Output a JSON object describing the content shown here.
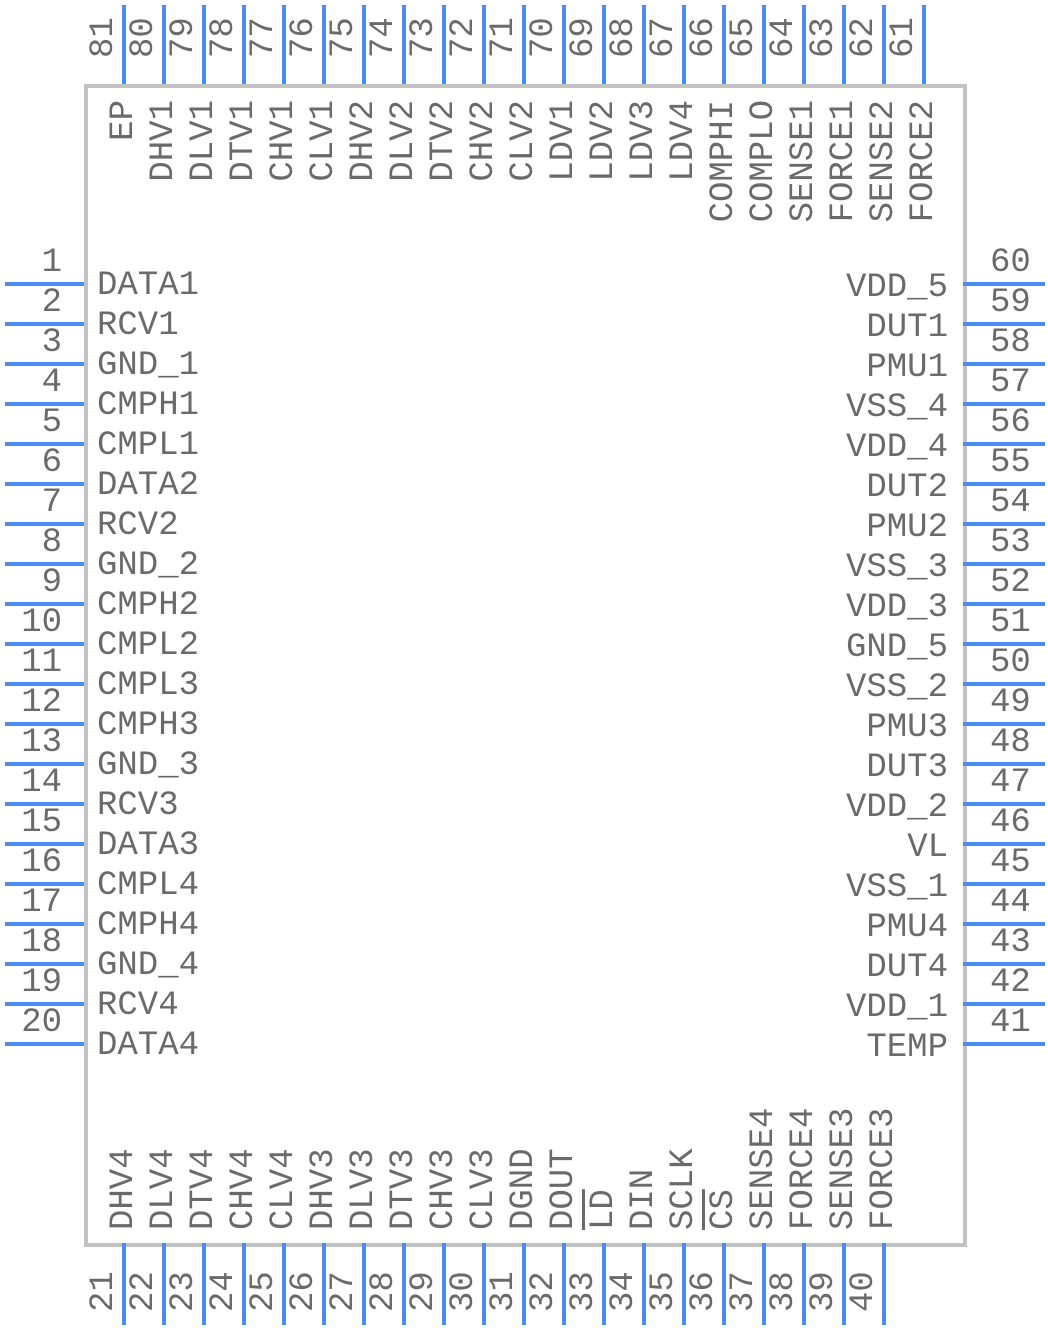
{
  "colors": {
    "pin": "#4a8cf2",
    "body_outline": "#c2c2c2",
    "text": "#6a6a6a"
  },
  "pins": {
    "left": [
      {
        "num": "1",
        "name": "DATA1"
      },
      {
        "num": "2",
        "name": "RCV1"
      },
      {
        "num": "3",
        "name": "GND_1"
      },
      {
        "num": "4",
        "name": "CMPH1"
      },
      {
        "num": "5",
        "name": "CMPL1"
      },
      {
        "num": "6",
        "name": "DATA2"
      },
      {
        "num": "7",
        "name": "RCV2"
      },
      {
        "num": "8",
        "name": "GND_2"
      },
      {
        "num": "9",
        "name": "CMPH2"
      },
      {
        "num": "10",
        "name": "CMPL2"
      },
      {
        "num": "11",
        "name": "CMPL3"
      },
      {
        "num": "12",
        "name": "CMPH3"
      },
      {
        "num": "13",
        "name": "GND_3"
      },
      {
        "num": "14",
        "name": "RCV3"
      },
      {
        "num": "15",
        "name": "DATA3"
      },
      {
        "num": "16",
        "name": "CMPL4"
      },
      {
        "num": "17",
        "name": "CMPH4"
      },
      {
        "num": "18",
        "name": "GND_4"
      },
      {
        "num": "19",
        "name": "RCV4"
      },
      {
        "num": "20",
        "name": "DATA4"
      }
    ],
    "right": [
      {
        "num": "60",
        "name": "VDD_5"
      },
      {
        "num": "59",
        "name": "DUT1"
      },
      {
        "num": "58",
        "name": "PMU1"
      },
      {
        "num": "57",
        "name": "VSS_4"
      },
      {
        "num": "56",
        "name": "VDD_4"
      },
      {
        "num": "55",
        "name": "DUT2"
      },
      {
        "num": "54",
        "name": "PMU2"
      },
      {
        "num": "53",
        "name": "VSS_3"
      },
      {
        "num": "52",
        "name": "VDD_3"
      },
      {
        "num": "51",
        "name": "GND_5"
      },
      {
        "num": "50",
        "name": "VSS_2"
      },
      {
        "num": "49",
        "name": "PMU3"
      },
      {
        "num": "48",
        "name": "DUT3"
      },
      {
        "num": "47",
        "name": "VDD_2"
      },
      {
        "num": "46",
        "name": "VL"
      },
      {
        "num": "45",
        "name": "VSS_1"
      },
      {
        "num": "44",
        "name": "PMU4"
      },
      {
        "num": "43",
        "name": "DUT4"
      },
      {
        "num": "42",
        "name": "VDD_1"
      },
      {
        "num": "41",
        "name": "TEMP"
      }
    ],
    "top": [
      {
        "num": "81",
        "name": "EP"
      },
      {
        "num": "80",
        "name": "DHV1"
      },
      {
        "num": "79",
        "name": "DLV1"
      },
      {
        "num": "78",
        "name": "DTV1"
      },
      {
        "num": "77",
        "name": "CHV1"
      },
      {
        "num": "76",
        "name": "CLV1"
      },
      {
        "num": "75",
        "name": "DHV2"
      },
      {
        "num": "74",
        "name": "DLV2"
      },
      {
        "num": "73",
        "name": "DTV2"
      },
      {
        "num": "72",
        "name": "CHV2"
      },
      {
        "num": "71",
        "name": "CLV2"
      },
      {
        "num": "70",
        "name": "LDV1"
      },
      {
        "num": "69",
        "name": "LDV2"
      },
      {
        "num": "68",
        "name": "LDV3"
      },
      {
        "num": "67",
        "name": "LDV4"
      },
      {
        "num": "66",
        "name": "COMPHI"
      },
      {
        "num": "65",
        "name": "COMPLO"
      },
      {
        "num": "64",
        "name": "SENSE1"
      },
      {
        "num": "63",
        "name": "FORCE1"
      },
      {
        "num": "62",
        "name": "SENSE2"
      },
      {
        "num": "61",
        "name": "FORCE2"
      }
    ],
    "bottom": [
      {
        "num": "21",
        "name": "DHV4"
      },
      {
        "num": "22",
        "name": "DLV4"
      },
      {
        "num": "23",
        "name": "DTV4"
      },
      {
        "num": "24",
        "name": "CHV4"
      },
      {
        "num": "25",
        "name": "CLV4"
      },
      {
        "num": "26",
        "name": "DHV3"
      },
      {
        "num": "27",
        "name": "DLV3"
      },
      {
        "num": "28",
        "name": "DTV3"
      },
      {
        "num": "29",
        "name": "CHV3"
      },
      {
        "num": "30",
        "name": "CLV3"
      },
      {
        "num": "31",
        "name": "DGND"
      },
      {
        "num": "32",
        "name": "DOUT"
      },
      {
        "num": "33",
        "name": "LD",
        "active_low": true
      },
      {
        "num": "34",
        "name": "DIN"
      },
      {
        "num": "35",
        "name": "SCLK"
      },
      {
        "num": "36",
        "name": "CS",
        "active_low": true
      },
      {
        "num": "37",
        "name": "SENSE4"
      },
      {
        "num": "38",
        "name": "FORCE4"
      },
      {
        "num": "39",
        "name": "SENSE3"
      },
      {
        "num": "40",
        "name": "FORCE3"
      }
    ]
  }
}
